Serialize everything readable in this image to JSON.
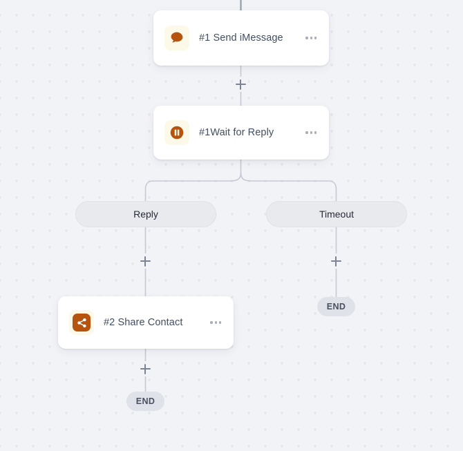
{
  "canvas": {
    "background_color": "#f2f3f7",
    "dot_color": "#e5e6ec",
    "edge_color": "#c5c9d2"
  },
  "nodes": [
    {
      "id": "send-imessage",
      "title": "#1 Send iMessage",
      "icon": "speech-bubble-icon",
      "icon_bg": "#fdf9e8",
      "icon_color": "#b5530f",
      "menu": "ellipsis-icon"
    },
    {
      "id": "wait-for-reply",
      "title": "#1Wait for Reply",
      "icon": "pause-circle-icon",
      "icon_bg": "#fdf9e8",
      "icon_color": "#b5530f",
      "menu": "ellipsis-icon"
    },
    {
      "id": "share-contact",
      "title": "#2 Share Contact",
      "icon": "share-icon",
      "icon_bg": "#fdf9e8",
      "icon_color": "#b5530f",
      "menu": "ellipsis-icon"
    }
  ],
  "branches": [
    {
      "id": "reply",
      "label": "Reply"
    },
    {
      "id": "timeout",
      "label": "Timeout"
    }
  ],
  "terminators": [
    {
      "id": "end-timeout",
      "label": "END"
    },
    {
      "id": "end-reply",
      "label": "END"
    }
  ],
  "add_buttons": [
    {
      "id": "add-after-send-imessage",
      "label": "+"
    },
    {
      "id": "add-on-reply-branch",
      "label": "+"
    },
    {
      "id": "add-on-timeout-branch",
      "label": "+"
    },
    {
      "id": "add-after-share-contact",
      "label": "+"
    }
  ]
}
